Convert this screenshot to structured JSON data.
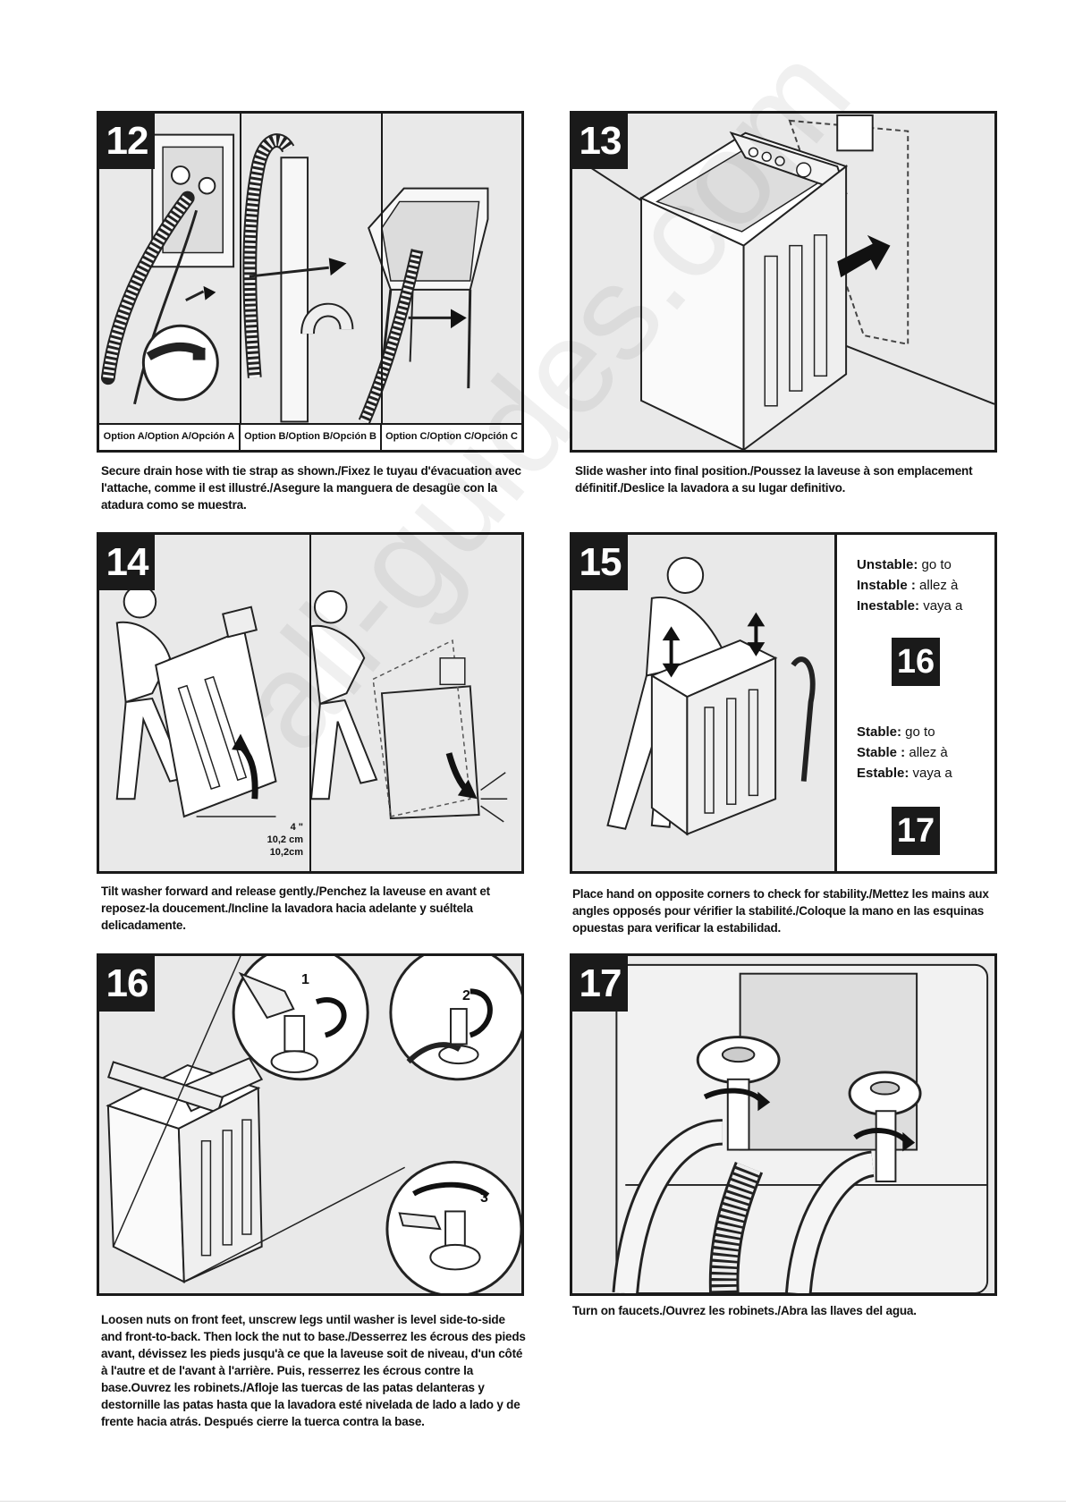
{
  "watermark": "all-guides.com",
  "step12": {
    "number": "12",
    "option_a": "Option A/Option A/Opción A",
    "option_b": "Option B/Option B/Opción B",
    "option_c": "Option C/Option C/Opción C",
    "caption": "Secure drain hose with tie strap as shown./Fixez le tuyau d'évacuation avec l'attache, comme il est illustré./Asegure la manguera de desagüe con la atadura como se muestra."
  },
  "step13": {
    "number": "13",
    "caption": "Slide washer into final position./Poussez la laveuse à son emplacement définitif./Deslice la lavadora a su lugar definitivo."
  },
  "step14": {
    "number": "14",
    "measure_in": "4 \"",
    "measure_cm1": "10,2 cm",
    "measure_cm2": "10,2cm",
    "caption": "Tilt washer forward and release gently./Penchez la laveuse en avant et reposez-la doucement./Incline la lavadora hacia adelante y suéltela delicadamente."
  },
  "step15": {
    "number": "15",
    "unstable_en_label": "Unstable:",
    "unstable_en_text": " go to",
    "unstable_fr_label": "Instable :",
    "unstable_fr_text": " allez à",
    "unstable_es_label": "Inestable:",
    "unstable_es_text": " vaya a",
    "unstable_ref": "16",
    "stable_en_label": "Stable:",
    "stable_en_text": " go to",
    "stable_fr_label": "Stable :",
    "stable_fr_text": " allez à",
    "stable_es_label": "Estable:",
    "stable_es_text": " vaya a",
    "stable_ref": "17",
    "caption": "Place hand on opposite corners to check for stability./Mettez les mains aux angles opposés pour vérifier la stabilité./Coloque la mano en las esquinas opuestas para verificar la estabilidad."
  },
  "step16": {
    "number": "16",
    "callout_1": "1",
    "callout_2": "2",
    "callout_3": "3",
    "caption": "Loosen nuts on front feet, unscrew legs until washer is level side-to-side and front-to-back. Then lock the nut to base./Desserrez les écrous des pieds avant, dévissez les pieds jusqu'à ce que la laveuse soit de niveau, d'un côté à l'autre et de l'avant à l'arrière. Puis, resserrez les écrous contre la base.Ouvrez les robinets./Afloje las tuercas de las patas delanteras y destornille las patas hasta que la lavadora esté nivelada de lado a lado y de frente hacia atrás. Después cierre la tuerca contra la base."
  },
  "step17": {
    "number": "17",
    "caption": "Turn on faucets./Ouvrez les robinets./Abra las llaves del agua."
  }
}
